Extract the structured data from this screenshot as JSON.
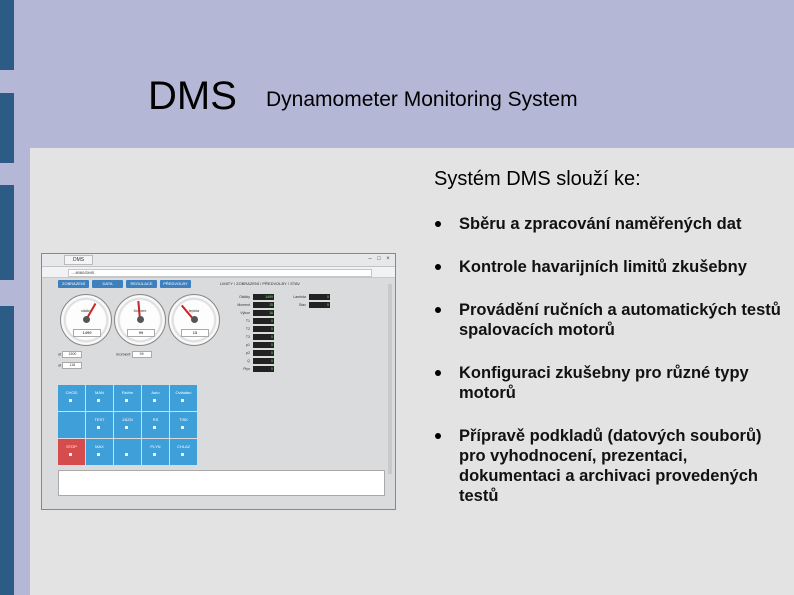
{
  "title": {
    "short": "DMS",
    "long": "Dynamometer Monitoring System"
  },
  "content": {
    "heading": "Systém DMS slouží ke:",
    "items": [
      "Sběru a zpracování naměřených dat",
      "Kontrole havarijních limitů zkušebny",
      "Provádění ručních a automatických testů spalovacích motorů",
      "Konfiguraci zkušebny pro různé typy motorů",
      "Přípravě podkladů (datových souborů) pro vyhodnocení, prezentaci, dokumentaci a archivaci provedených testů"
    ]
  },
  "screenshot": {
    "tab_name": "DMS",
    "address": "...:8080/DMS",
    "nav_tabs": [
      "ZOBRAZENÍ",
      "DATA",
      "REGULACE",
      "PŘEDVOLBY"
    ],
    "header_text": "LIMITY / ZOBRAZENÍ / PŘEDVOLBY / STAV",
    "gauges": [
      {
        "label": "otáčky",
        "value": "1499"
      },
      {
        "label": "Moment",
        "value": "99"
      },
      {
        "label": "teplota",
        "value": "15"
      }
    ],
    "controls": [
      {
        "label": "ot",
        "value": "1500"
      },
      {
        "label": "moment",
        "value": "99"
      },
      {
        "label": "ot",
        "value": "118"
      }
    ],
    "data_rows": [
      {
        "label": "Otáčky",
        "value": "1499"
      },
      {
        "label": "Moment",
        "value": "15"
      },
      {
        "label": "Výkon",
        "value": "16"
      },
      {
        "label": "T1",
        "value": "0"
      },
      {
        "label": "T2",
        "value": "0"
      },
      {
        "label": "T3",
        "value": "0"
      },
      {
        "label": "p1",
        "value": "0"
      },
      {
        "label": "p2",
        "value": "0"
      },
      {
        "label": "Q",
        "value": "0"
      },
      {
        "label": "Plyn",
        "value": "0"
      },
      {
        "label": "Lambda",
        "value": "0"
      },
      {
        "label": "Stav",
        "value": "0"
      }
    ],
    "tiles": [
      {
        "label": "CHOD",
        "color": "#3f9fd8"
      },
      {
        "label": "MAN",
        "color": "#3f9fd8"
      },
      {
        "label": "Režim",
        "color": "#3f9fd8"
      },
      {
        "label": "Auto",
        "color": "#3f9fd8"
      },
      {
        "label": "Ovládání",
        "color": "#3f9fd8"
      },
      {
        "label": "",
        "color": "#3f9fd8"
      },
      {
        "label": "TEST",
        "color": "#3f9fd8"
      },
      {
        "label": "ZÁZN",
        "color": "#3f9fd8"
      },
      {
        "label": "RS",
        "color": "#3f9fd8"
      },
      {
        "label": "TISK",
        "color": "#3f9fd8"
      },
      {
        "label": "STOP",
        "color": "#d64b4b"
      },
      {
        "label": "MAX",
        "color": "#3f9fd8"
      },
      {
        "label": "",
        "color": "#3f9fd8"
      },
      {
        "label": "PLYN",
        "color": "#3f9fd8"
      },
      {
        "label": "CHLAZ",
        "color": "#3f9fd8"
      }
    ]
  },
  "colors": {
    "background": "#b4b8d6",
    "panel": "#e3e3e3",
    "accent_bar": "#2c5b86",
    "tile_blue": "#3f9fd8",
    "tile_red": "#d64b4b"
  }
}
